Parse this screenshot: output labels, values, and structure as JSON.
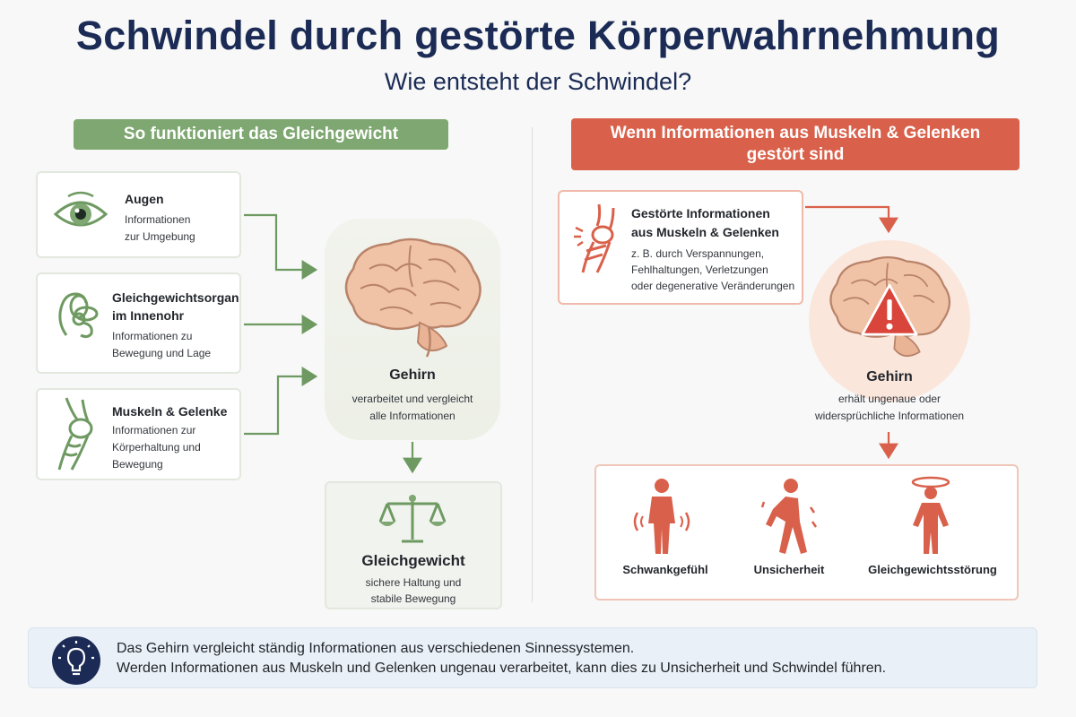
{
  "title": "Schwindel durch gestörte Körperwahrnehmung",
  "subtitle": "Wie entsteht der Schwindel?",
  "left": {
    "banner": "So funktioniert das Gleichgewicht",
    "cards": [
      {
        "title": "Augen",
        "text1": "Informationen",
        "text2": "zur Umgebung",
        "text3": "",
        "icon": "eye-icon"
      },
      {
        "title": "Gleichgewichtsorgan",
        "title2": "im Innenohr",
        "text1": "Informationen zu",
        "text2": "Bewegung und Lage",
        "icon": "inner-ear-icon"
      },
      {
        "title": "Muskeln & Gelenke",
        "text1": "Informationen zur",
        "text2": "Körperhaltung und",
        "text3": "Bewegung",
        "icon": "knee-joint-icon"
      }
    ],
    "brain": {
      "title": "Gehirn",
      "text1": "verarbeitet und vergleicht",
      "text2": "alle Informationen"
    },
    "balance": {
      "title": "Gleichgewicht",
      "text1": "sichere Haltung und",
      "text2": "stabile Bewegung"
    }
  },
  "right": {
    "banner1": "Wenn Informationen aus Muskeln & Gelenken",
    "banner2": "gestört sind",
    "card": {
      "title1": "Gestörte Informationen",
      "title2": "aus Muskeln & Gelenken",
      "text1": "z. B. durch Verspannungen,",
      "text2": "Fehlhaltungen, Verletzungen",
      "text3": "oder degenerative Veränderungen"
    },
    "brain": {
      "title": "Gehirn",
      "text1": "erhält ungenaue oder",
      "text2": "widersprüchliche Informationen"
    },
    "symptoms": [
      "Schwankgefühl",
      "Unsicherheit",
      "Gleichgewichtsstörung"
    ]
  },
  "footer": {
    "line1": "Das Gehirn vergleicht ständig Informationen aus verschiedenen Sinnessystemen.",
    "line2": "Werden Informationen aus Muskeln und Gelenken ungenau verarbeitet, kann dies zu Unsicherheit und Schwindel führen.",
    "icon": "lightbulb-icon"
  },
  "colors": {
    "green": "#7fa772",
    "red": "#d9614b",
    "navy": "#1b2b55"
  }
}
